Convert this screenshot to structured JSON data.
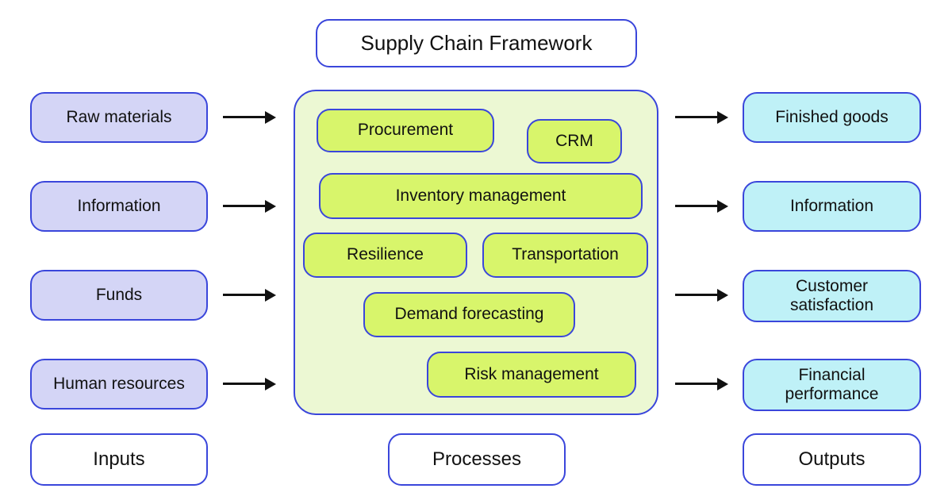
{
  "title": "Supply Chain Framework",
  "colors": {
    "border_blue": "#3a46db",
    "input_fill": "#d4d5f6",
    "process_container_fill": "#ecf8d3",
    "process_fill": "#d8f56b",
    "output_fill": "#bff1f7",
    "arrow_and_text": "#111111",
    "background": "#ffffff"
  },
  "inputs": {
    "label": "Inputs",
    "items": [
      "Raw materials",
      "Information",
      "Funds",
      "Human resources"
    ]
  },
  "processes": {
    "label": "Processes",
    "items": [
      "Procurement",
      "CRM",
      "Inventory management",
      "Resilience",
      "Transportation",
      "Demand forecasting",
      "Risk management"
    ]
  },
  "outputs": {
    "label": "Outputs",
    "items": [
      "Finished goods",
      "Information",
      "Customer satisfaction",
      "Financial performance"
    ]
  }
}
